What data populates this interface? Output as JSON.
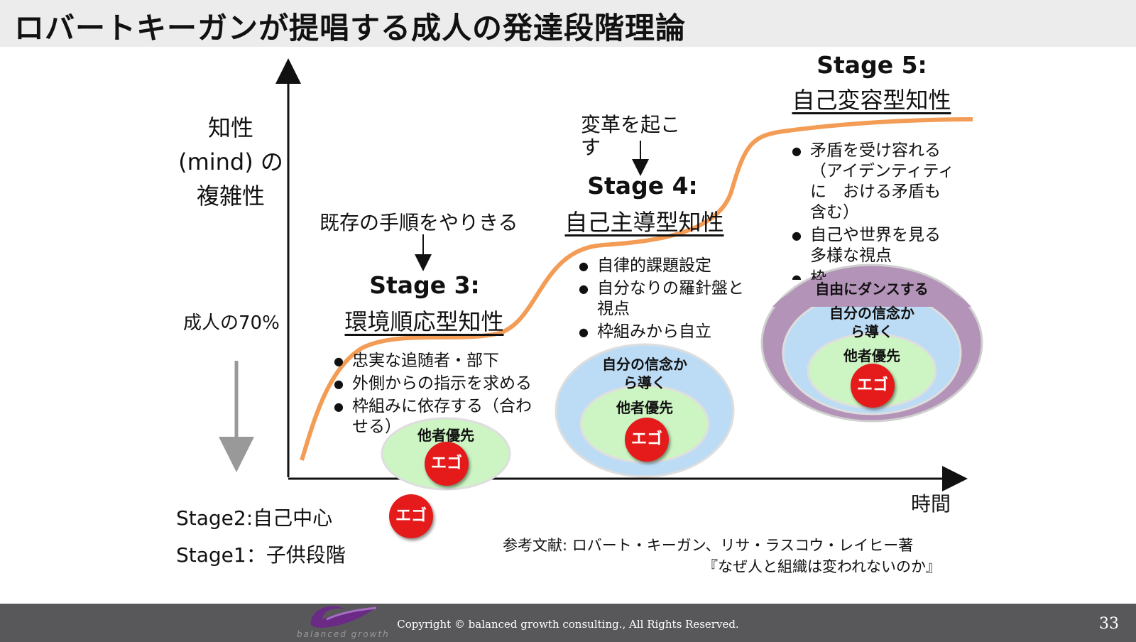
{
  "title": "ロバートキーガンが提唱する成人の発達段階理論",
  "axis": {
    "y_label": [
      "知性",
      "(mind) の",
      "複雑性"
    ],
    "x_label": "時間",
    "marker_70": "成人の70%"
  },
  "lower_stages": {
    "stage2": "Stage2:自己中心",
    "stage1": "Stage1：子供段階"
  },
  "stage3": {
    "lead": "既存の手順をやりきる",
    "arrow": "↓",
    "head": "Stage 3:",
    "sub": "環境順応型知性",
    "bullets": [
      "忠実な追随者・部下",
      "外側からの指示を求める",
      "枠組みに依存する（合わせる）"
    ]
  },
  "stage4": {
    "lead": "変革を起こす",
    "arrow": "↓",
    "head": "Stage 4:",
    "sub": "自己主導型知性",
    "bullets": [
      "自律的課題設定",
      "自分なりの羅針盤と視点",
      "枠組みから自立"
    ]
  },
  "stage5": {
    "head": "Stage 5:",
    "sub": "自己変容型知性",
    "bullets": [
      "矛盾を受け容れる（アイデンティティに　おける矛盾も含む）",
      "自己や世界を見る多様な視点",
      "枠"
    ]
  },
  "rings": {
    "ego": "エゴ",
    "others_first": "他者優先",
    "own_belief": "自分の信念から導く",
    "free_dance": "自由にダンスする"
  },
  "reference": {
    "line1": "参考文献: ロバート・キーガン、リサ・ラスコウ・レイヒー著",
    "line2": "『なぜ人と組織は変われないのか』"
  },
  "footer": {
    "copyright": "Copyright © balanced growth consulting., All Rights Reserved.",
    "page_number": "33",
    "logo_text": "balanced growth"
  },
  "colors": {
    "curve": "#f39c55",
    "ring_green": "#cdf5c3",
    "ring_blue": "#bcdcf5",
    "ring_purple": "#b493b8",
    "ego_red": "#e51b1b"
  }
}
